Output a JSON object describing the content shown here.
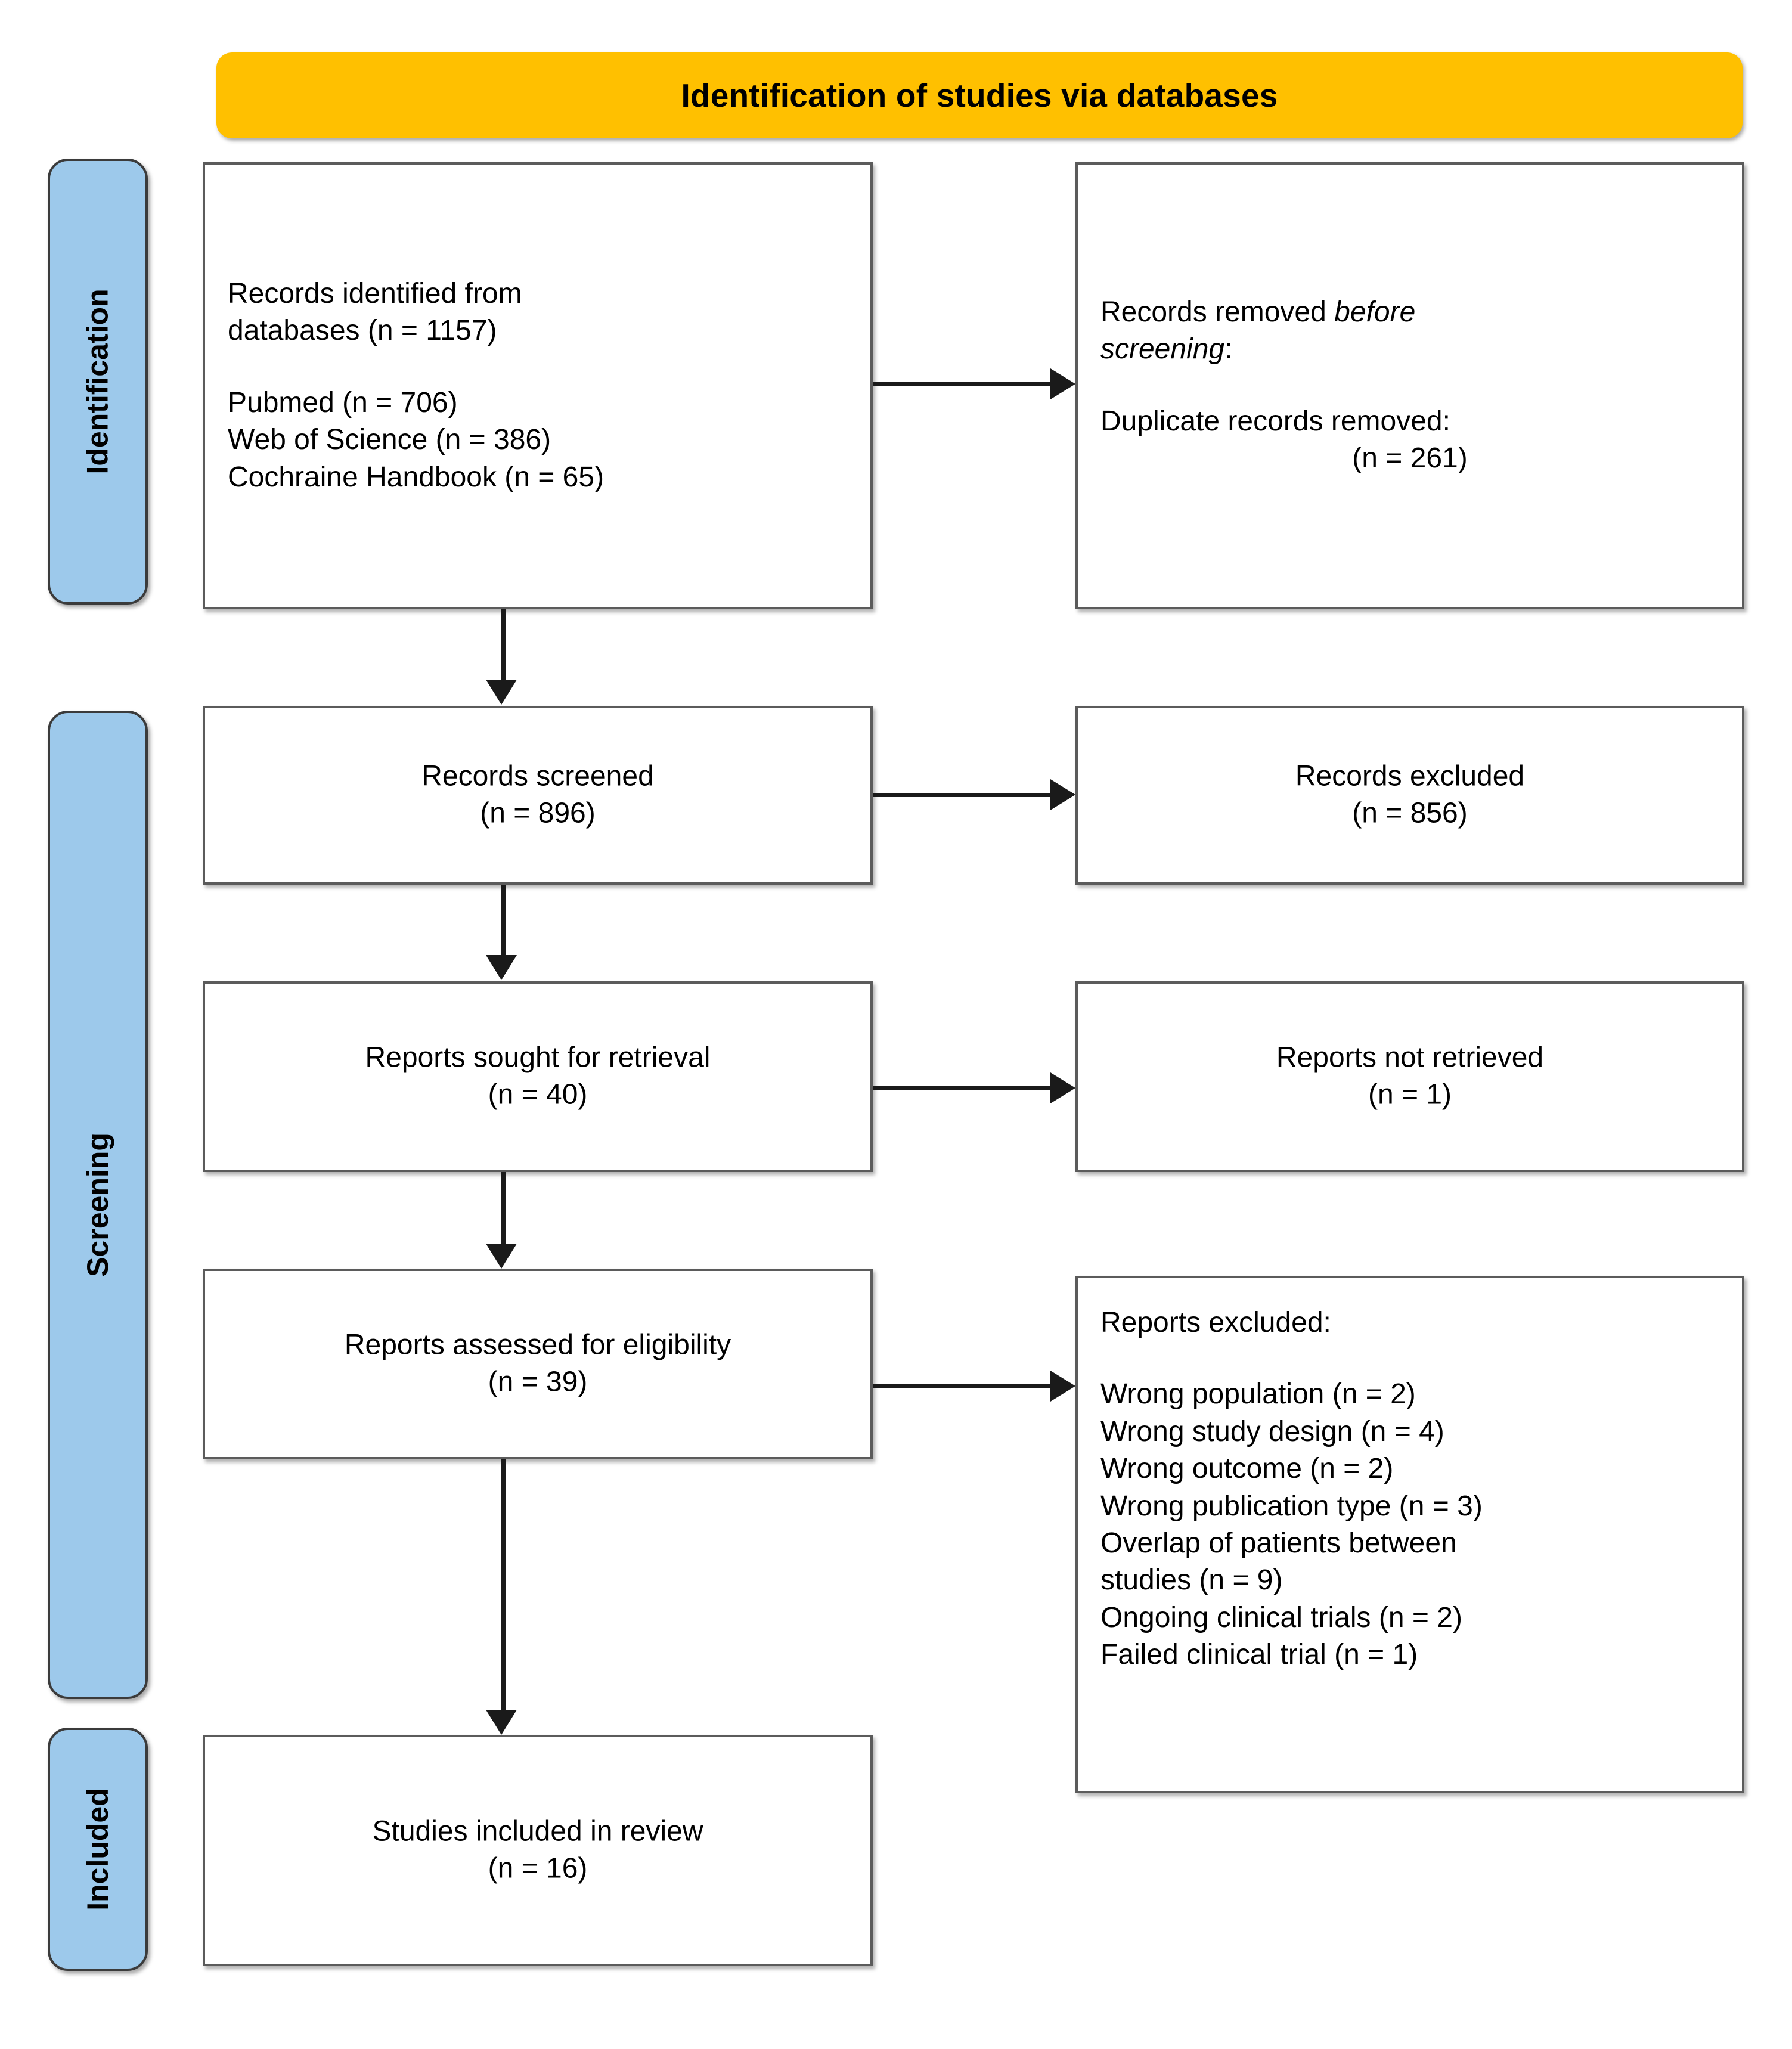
{
  "diagram": {
    "title": "Identification of studies via databases",
    "colors": {
      "banner": "#FFC000",
      "stage_sidebar": "#9DC9EB",
      "box_border": "#5B5B5B",
      "connector": "#1A1A1A"
    }
  },
  "stages": [
    {
      "label": "Identification"
    },
    {
      "label": "Screening"
    },
    {
      "label": "Included"
    }
  ],
  "boxes": {
    "identified": {
      "line1": "Records identified from",
      "line2": "databases (n = 1157)",
      "sources": [
        "Pubmed (n = 706)",
        "Web of Science (n = 386)",
        "Cochraine Handbook (n = 65)"
      ]
    },
    "removed_before_screening": {
      "lead_plain": "Records removed ",
      "lead_italic_1": "before",
      "lead_italic_2": "screening",
      "lead_colon": ":",
      "detail_label": "Duplicate records removed:",
      "detail_count": "(n = 261)"
    },
    "records_screened": {
      "label": "Records screened",
      "count": "(n = 896)"
    },
    "records_excluded": {
      "label": "Records excluded",
      "count": "(n = 856)"
    },
    "reports_sought": {
      "label": "Reports sought for retrieval",
      "count": "(n = 40)"
    },
    "reports_not_retrieved": {
      "label": "Reports not retrieved",
      "count": "(n = 1)"
    },
    "reports_assessed": {
      "label": "Reports assessed for eligibility",
      "count": "(n = 39)"
    },
    "reports_excluded": {
      "heading": "Reports excluded:",
      "reasons": [
        "Wrong population (n = 2)",
        "Wrong study design (n = 4)",
        "Wrong outcome (n = 2)",
        "Wrong publication type (n = 3)",
        "Overlap of patients between",
        "studies (n = 9)",
        "Ongoing clinical trials (n = 2)",
        "Failed clinical trial (n = 1)"
      ]
    },
    "studies_included": {
      "label": "Studies included in review",
      "count": "(n = 16)"
    }
  }
}
